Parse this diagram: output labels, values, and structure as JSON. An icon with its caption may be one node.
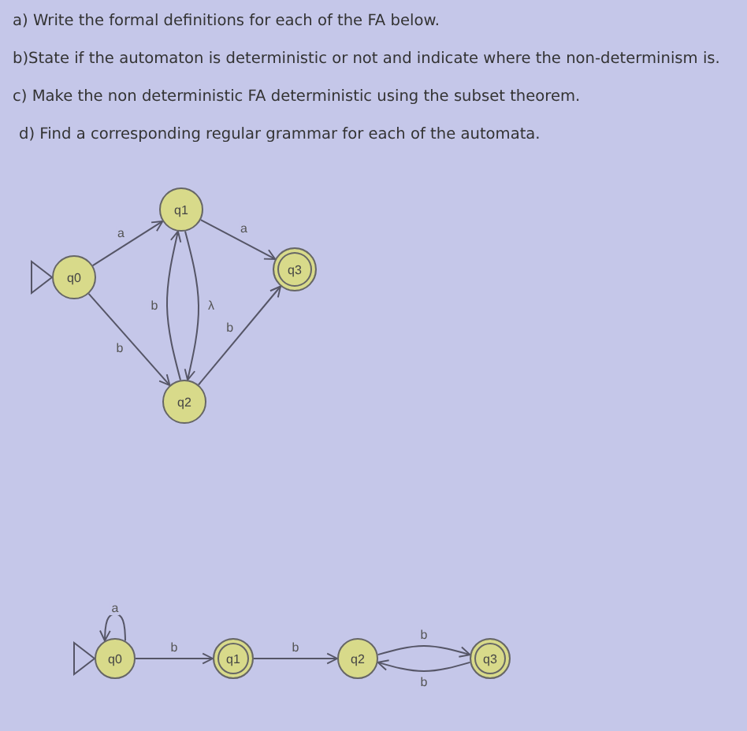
{
  "diagram": {
    "nodes": [
      {
        "text": [
          "q0"
        ]
      },
      {
        "text": [
          "q1"
        ]
      },
      {
        "text": [
          "q2"
        ]
      },
      {
        "text": [
          "q3"
        ]
      },
      {
        "text": [
          "q0"
        ]
      },
      {
        "text": [
          "q1"
        ]
      },
      {
        "text": [
          "q2"
        ]
      },
      {
        "text": [
          "q3"
        ]
      }
    ],
    "edges": [
      {
        "from": 0,
        "to": 1,
        "arrow": "to",
        "label": "a"
      },
      {
        "from": 1,
        "to": 3,
        "arrow": "to",
        "label": "a"
      },
      {
        "from": 0,
        "to": 2,
        "arrow": "to",
        "label": "b"
      },
      {
        "from": 2,
        "to": 3,
        "arrow": "to",
        "label": "b"
      },
      {
        "from": 2,
        "to": 1,
        "arrow": "to",
        "label": "b"
      },
      {
        "from": 1,
        "to": 2,
        "arrow": "to",
        "label": "λ"
      },
      {
        "from": 4,
        "to": 4,
        "arrow": "to",
        "label": "a"
      },
      {
        "from": 4,
        "to": 5,
        "arrow": "to",
        "label": "b"
      },
      {
        "from": 5,
        "to": 6,
        "arrow": "to",
        "label": "b"
      },
      {
        "from": 6,
        "to": 7,
        "arrow": "to",
        "label": "b"
      },
      {
        "from": 7,
        "to": 6,
        "arrow": "to",
        "label": "b"
      }
    ],
    "labels": [
      "a) Write the formal definitions for each of the FA below.",
      "b)State if the automaton is deterministic or not and indicate where the non-determinism is.",
      "c) Make the non deterministic FA deterministic using the subset theorem.",
      "d) Find a corresponding regular grammar for each of the automata."
    ]
  }
}
